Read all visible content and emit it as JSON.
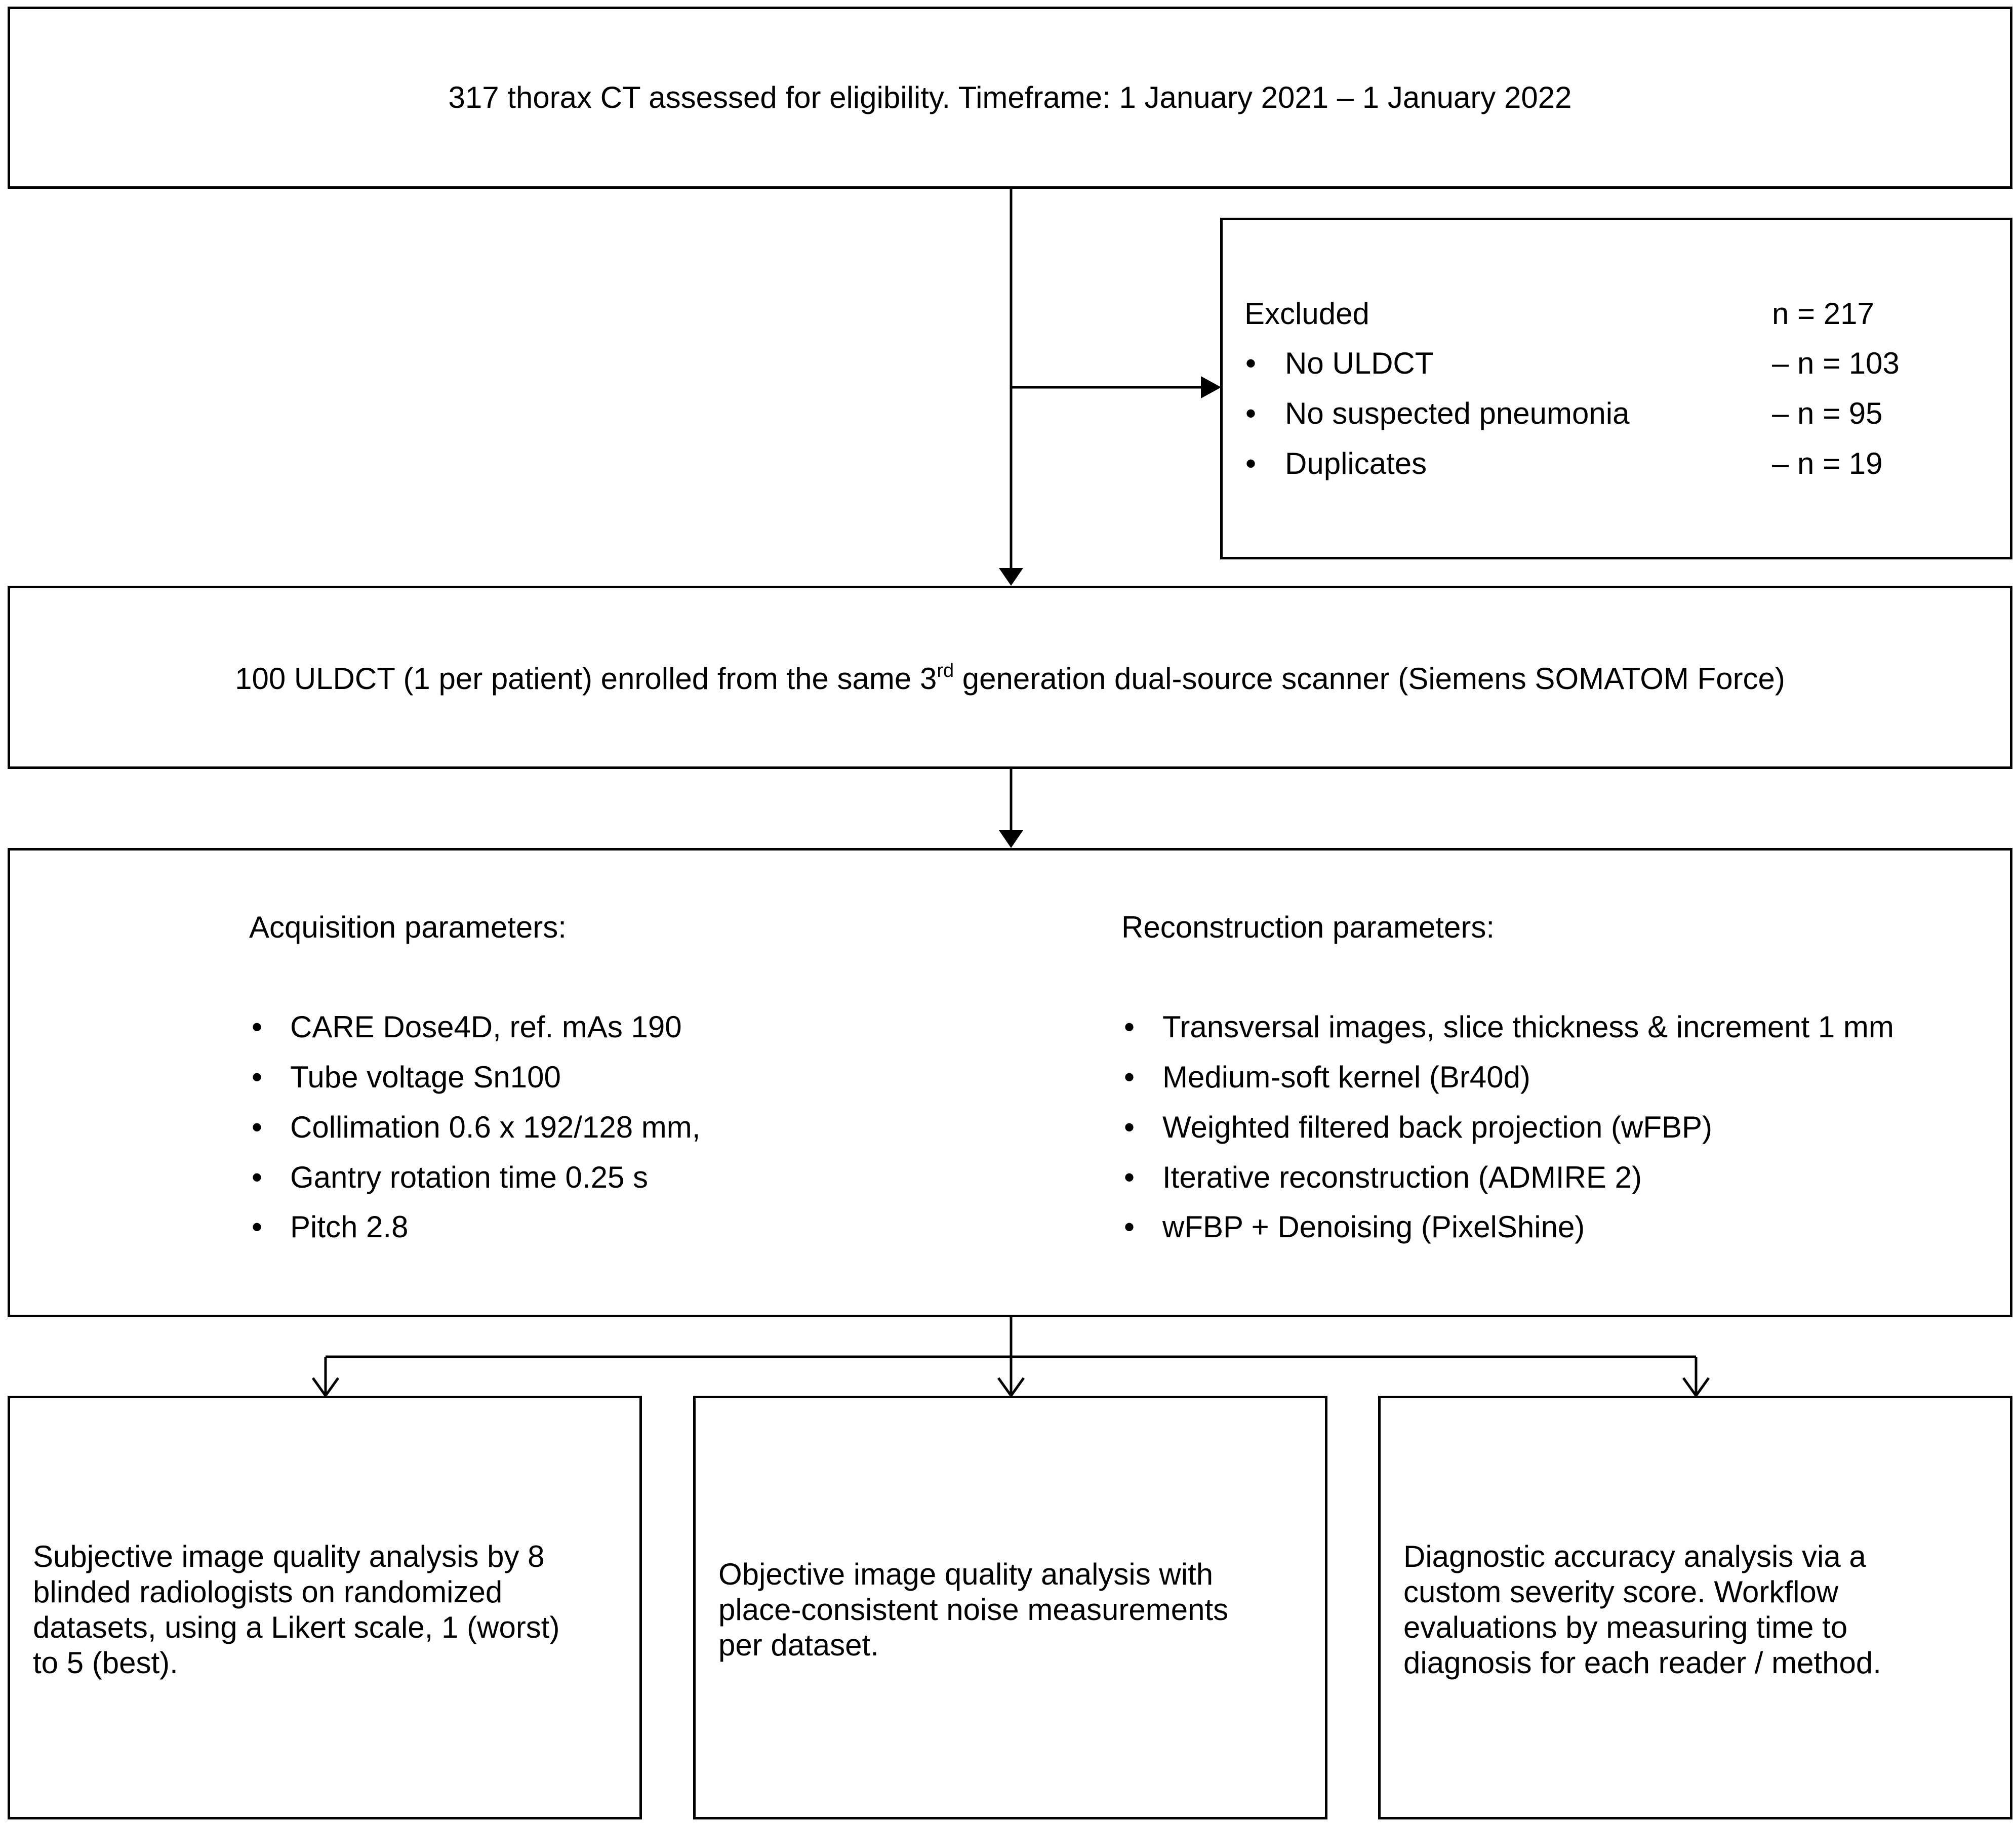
{
  "boxes": {
    "eligibility": {
      "text": "317 thorax CT assessed for eligibility. Timeframe: 1 January 2021 – 1 January 2022"
    },
    "excluded": {
      "title": "Excluded",
      "total": "n = 217",
      "items": [
        {
          "bullet": "•",
          "label": "No ULDCT",
          "count": "– n = 103"
        },
        {
          "bullet": "•",
          "label": "No suspected pneumonia",
          "count": "– n = 95"
        },
        {
          "bullet": "•",
          "label": "Duplicates",
          "count": "– n = 19"
        }
      ]
    },
    "enrolled": {
      "before_sup": "100 ULDCT (1 per patient) enrolled from the same 3",
      "sup": "rd",
      "after_sup": " generation dual-source scanner (Siemens SOMATOM Force)"
    },
    "parameters": {
      "acquisition": {
        "heading": "Acquisition parameters:",
        "items": [
          {
            "bullet": "•",
            "label": "CARE Dose4D, ref. mAs 190"
          },
          {
            "bullet": "•",
            "label": "Tube voltage Sn100"
          },
          {
            "bullet": "•",
            "label": "Collimation 0.6 x 192/128 mm,"
          },
          {
            "bullet": "•",
            "label": "Gantry rotation time 0.25 s"
          },
          {
            "bullet": "•",
            "label": "Pitch 2.8"
          }
        ]
      },
      "reconstruction": {
        "heading": "Reconstruction parameters:",
        "items": [
          {
            "bullet": "•",
            "label": "Transversal images, slice thickness & increment 1 mm"
          },
          {
            "bullet": "•",
            "label": "Medium-soft kernel (Br40d)"
          },
          {
            "bullet": "•",
            "label": "Weighted filtered back projection (wFBP)"
          },
          {
            "bullet": "•",
            "label": "Iterative reconstruction (ADMIRE 2)"
          },
          {
            "bullet": "•",
            "label": "wFBP + Denoising (PixelShine)"
          }
        ]
      }
    },
    "subjective": {
      "lines": [
        "Subjective image quality analysis by 8",
        "blinded radiologists on randomized",
        "datasets, using a Likert scale, 1 (worst)",
        "to 5 (best)."
      ]
    },
    "objective": {
      "lines": [
        "Objective image quality analysis with",
        "place-consistent noise measurements",
        "per dataset."
      ]
    },
    "diagnostic": {
      "lines": [
        "Diagnostic accuracy analysis via a",
        "custom severity score. Workflow",
        "evaluations by measuring time to",
        "diagnosis for each reader / method."
      ]
    }
  }
}
